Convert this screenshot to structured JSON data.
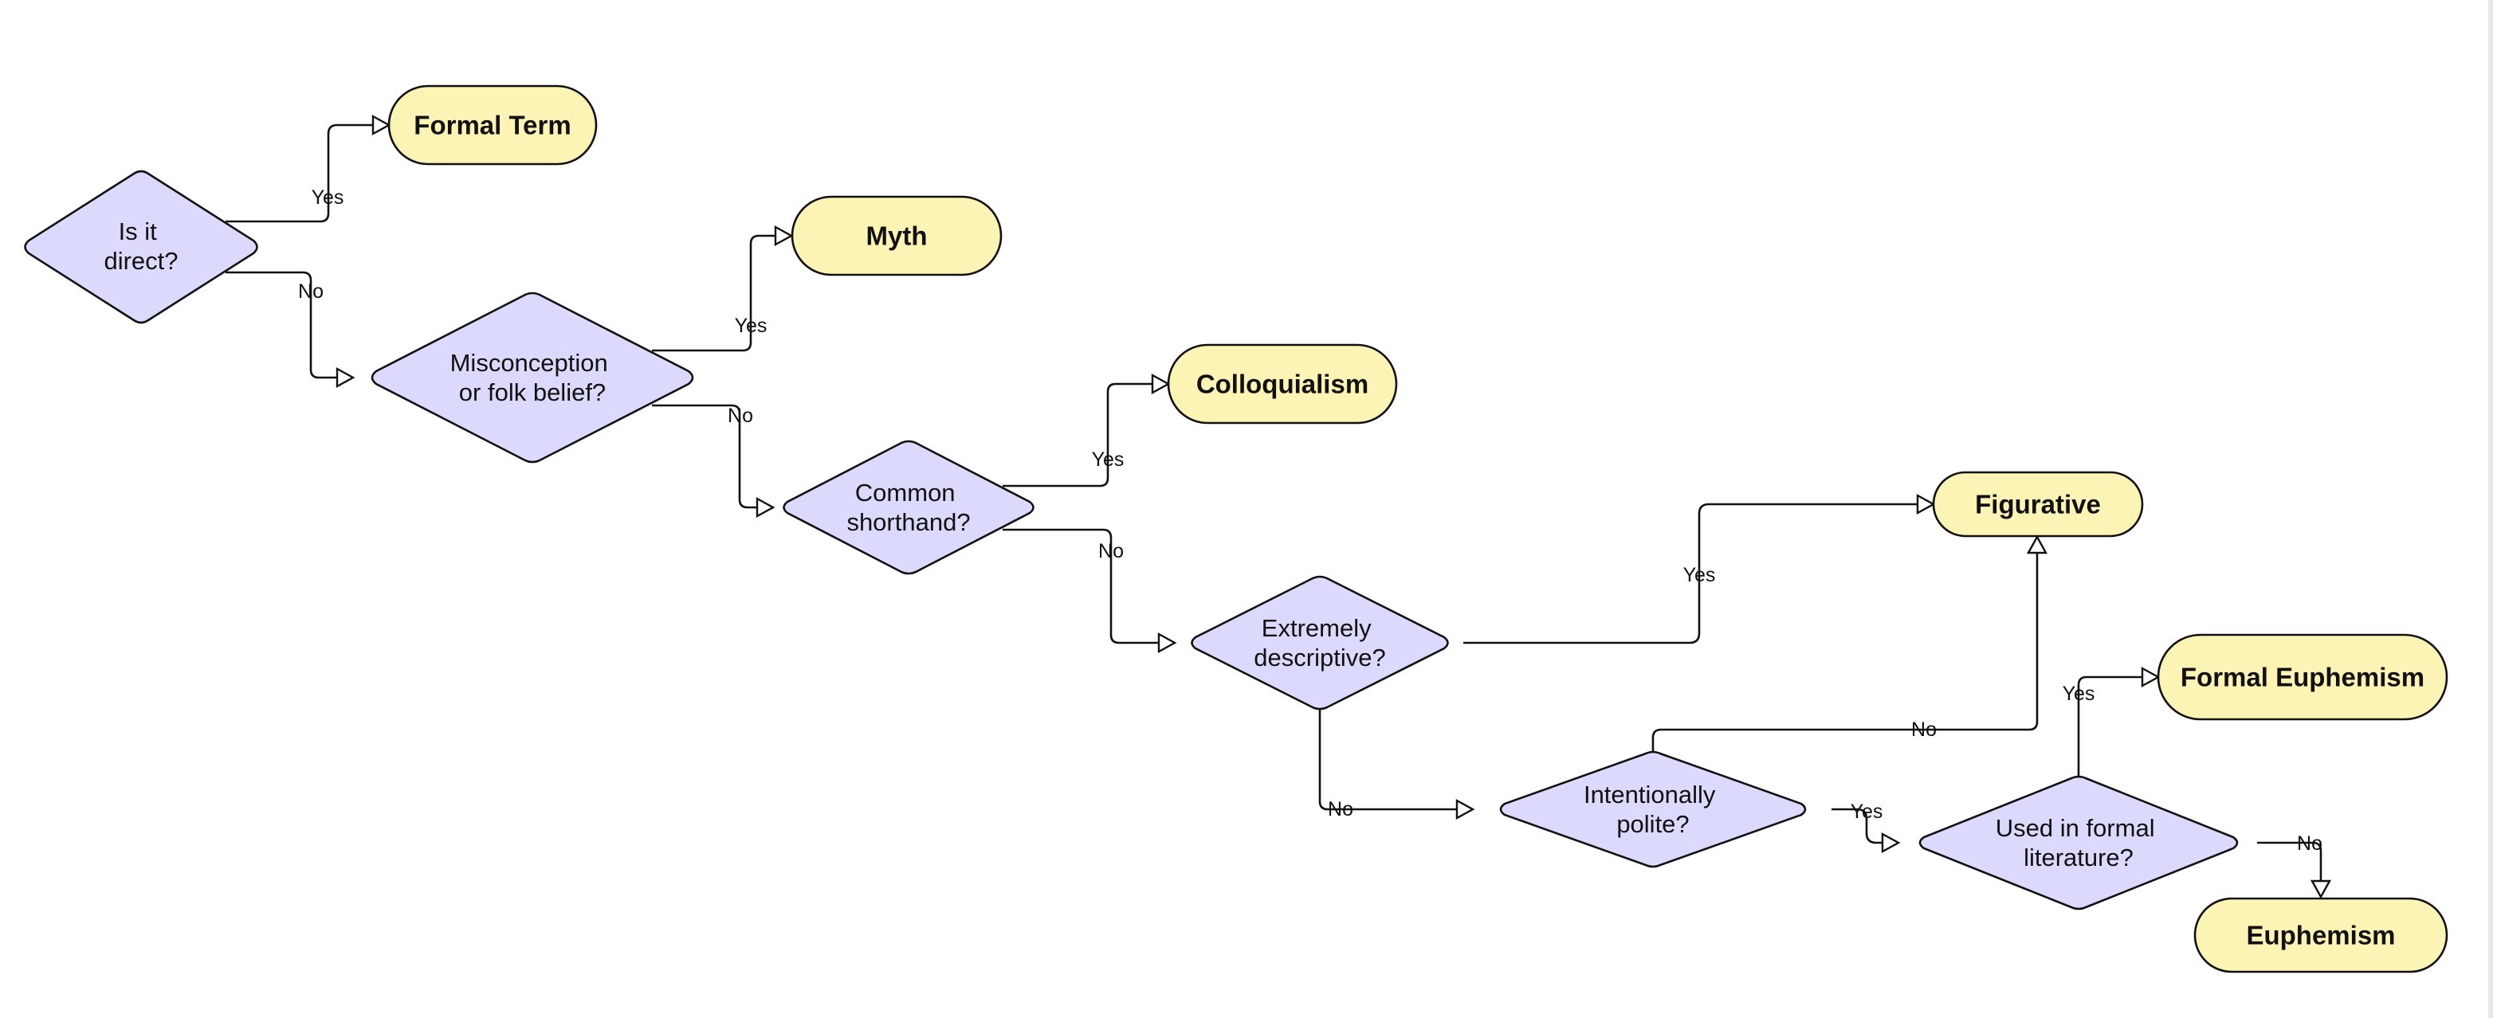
{
  "colors": {
    "decision_fill": "#dcdafc",
    "terminal_fill": "#fcf4b4",
    "stroke": "#111111"
  },
  "nodes": {
    "q_direct": [
      "Is it",
      "direct?"
    ],
    "q_misconception": [
      "Misconception",
      "or folk belief?"
    ],
    "q_shorthand": [
      "Common",
      "shorthand?"
    ],
    "q_descriptive": [
      "Extremely",
      "descriptive?"
    ],
    "q_polite": [
      "Intentionally",
      "polite?"
    ],
    "q_literature": [
      "Used in formal",
      "literature?"
    ],
    "t_formal_term": "Formal Term",
    "t_myth": "Myth",
    "t_colloquialism": "Colloquialism",
    "t_figurative": "Figurative",
    "t_formal_euphemism": "Formal Euphemism",
    "t_euphemism": "Euphemism"
  },
  "edge_labels": {
    "direct_yes": "Yes",
    "direct_no": "No",
    "misconception_yes": "Yes",
    "misconception_no": "No",
    "shorthand_yes": "Yes",
    "shorthand_no": "No",
    "descriptive_yes": "Yes",
    "descriptive_no": "No",
    "polite_no": "No",
    "polite_yes": "Yes",
    "literature_yes": "Yes",
    "literature_no": "No"
  }
}
